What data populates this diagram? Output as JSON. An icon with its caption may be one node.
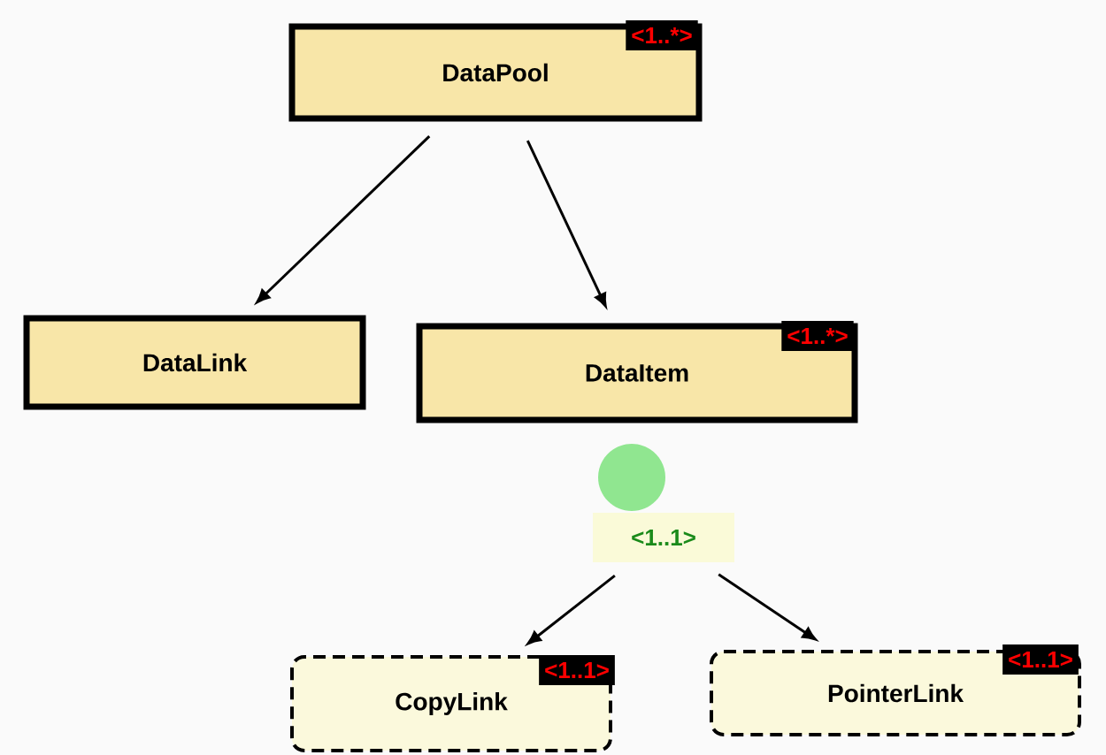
{
  "diagram": {
    "nodes": [
      {
        "text": [
          "DataPool",
          "<1..*>"
        ]
      },
      {
        "text": [
          "DataLink"
        ]
      },
      {
        "text": [
          "DataItem",
          "<1..*>"
        ]
      },
      {
        "text": [],
        "shape": "circle"
      },
      {
        "text": [
          "<1..1>"
        ]
      },
      {
        "text": [
          "CopyLink",
          "<1..1>"
        ]
      },
      {
        "text": [
          "PointerLink",
          "<1..1>"
        ]
      }
    ],
    "edges": [
      {
        "from": 0,
        "to": 1,
        "arrow": "to"
      },
      {
        "from": 0,
        "to": 2,
        "arrow": "to"
      },
      {
        "from": 4,
        "to": 5,
        "arrow": "to"
      },
      {
        "from": 4,
        "to": 6,
        "arrow": "to"
      }
    ]
  }
}
